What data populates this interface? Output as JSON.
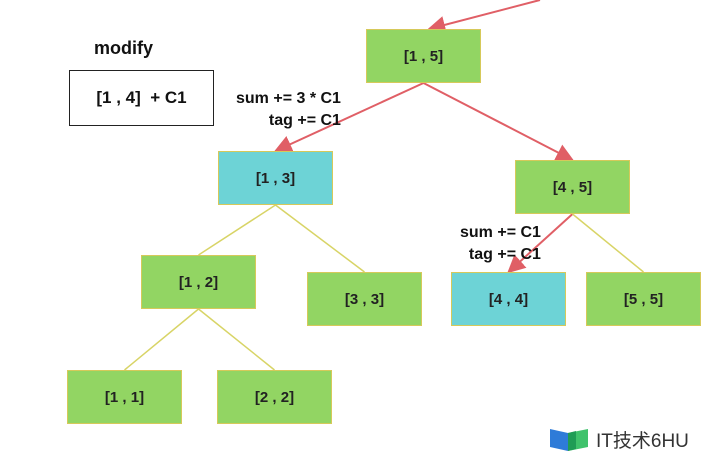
{
  "title": "modify",
  "modify_box": "[1 , 4]  + C1",
  "colors": {
    "node_green": "#92d563",
    "node_blue": "#6dd3d6",
    "edge_yellow": "#d8d466",
    "edge_red": "#e05f66"
  },
  "nodes": [
    {
      "id": "n15",
      "label": "[1 , 5]",
      "color": "green"
    },
    {
      "id": "n13",
      "label": "[1 , 3]",
      "color": "blue"
    },
    {
      "id": "n45",
      "label": "[4 , 5]",
      "color": "green"
    },
    {
      "id": "n12",
      "label": "[1 , 2]",
      "color": "green"
    },
    {
      "id": "n33",
      "label": "[3 , 3]",
      "color": "green"
    },
    {
      "id": "n44",
      "label": "[4 , 4]",
      "color": "blue"
    },
    {
      "id": "n55",
      "label": "[5 , 5]",
      "color": "green"
    },
    {
      "id": "n11",
      "label": "[1 , 1]",
      "color": "green"
    },
    {
      "id": "n22",
      "label": "[2 , 2]",
      "color": "green"
    }
  ],
  "edges": [
    {
      "from": "n15",
      "to": "n13",
      "style": "red-arrow"
    },
    {
      "from": "n15",
      "to": "n45",
      "style": "red-arrow"
    },
    {
      "from": "n13",
      "to": "n12",
      "style": "plain"
    },
    {
      "from": "n13",
      "to": "n33",
      "style": "plain"
    },
    {
      "from": "n45",
      "to": "n44",
      "style": "red-arrow"
    },
    {
      "from": "n45",
      "to": "n55",
      "style": "plain"
    },
    {
      "from": "n12",
      "to": "n11",
      "style": "plain"
    },
    {
      "from": "n12",
      "to": "n22",
      "style": "plain"
    }
  ],
  "annotations": {
    "left": "sum += 3 * C1\ntag += C1",
    "right": "sum += C1\ntag += C1"
  },
  "watermark": {
    "text": "IT技术6HU",
    "icon": "book-logo-icon"
  }
}
